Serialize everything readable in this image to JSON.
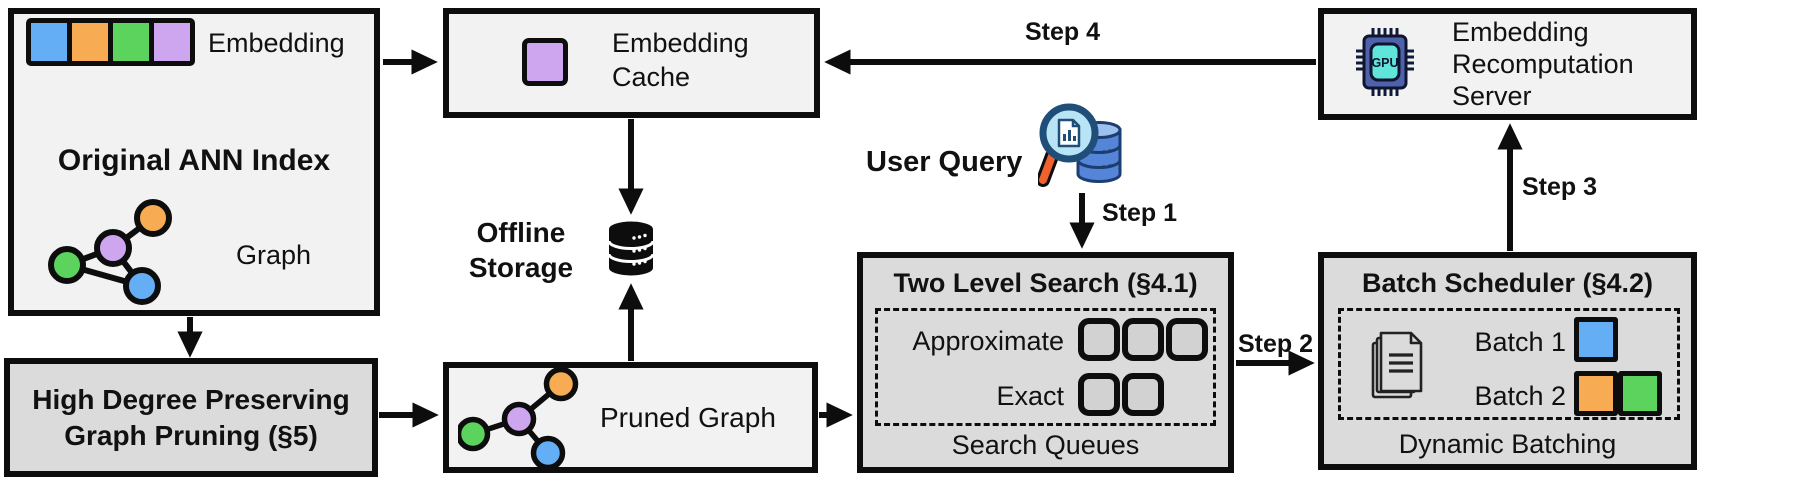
{
  "colors": {
    "blue": "#64aef5",
    "orange": "#f7ab52",
    "green": "#5cd35c",
    "purple": "#cda6ef",
    "box_light_bg": "#f2f2f2",
    "box_dark_bg": "#dbdbdb",
    "outline": "#0d0d0d",
    "queue_square_fill": "#d2d2d2",
    "gpu_chip_body": "#4e62ab",
    "gpu_chip_core": "#5fe5da",
    "query_db_blue": "#5585d8",
    "query_handle_orange": "#f06130"
  },
  "original_index": {
    "title": "Original ANN Index",
    "embedding_label": "Embedding",
    "graph_label": "Graph",
    "embedding_cells": [
      "#64aef5",
      "#f7ab52",
      "#5cd35c",
      "#cda6ef"
    ]
  },
  "pruning": {
    "label": "High Degree Preserving Graph Pruning (§5)"
  },
  "cache": {
    "label": "Embedding Cache"
  },
  "storage": {
    "label": "Offline Storage"
  },
  "pruned": {
    "label": "Pruned Graph"
  },
  "user_query": {
    "label": "User Query"
  },
  "tls": {
    "title": "Two Level Search (§4.1)",
    "row1_label": "Approximate",
    "row2_label": "Exact",
    "caption": "Search Queues",
    "approximate_cells": [
      "#d2d2d2",
      "#d2d2d2",
      "#d2d2d2"
    ],
    "exact_cells": [
      "#d2d2d2",
      "#d2d2d2"
    ]
  },
  "bs": {
    "title": "Batch Scheduler (§4.2)",
    "batch1_label": "Batch 1",
    "batch2_label": "Batch 2",
    "caption": "Dynamic Batching",
    "batch1_cells": [
      "#64aef5"
    ],
    "batch2_cells": [
      "#f7ab52",
      "#5cd35c"
    ]
  },
  "server": {
    "label": "Embedding Recomputation Server",
    "chip_text": "GPU"
  },
  "steps": {
    "s1": "Step 1",
    "s2": "Step 2",
    "s3": "Step 3",
    "s4": "Step 4"
  }
}
